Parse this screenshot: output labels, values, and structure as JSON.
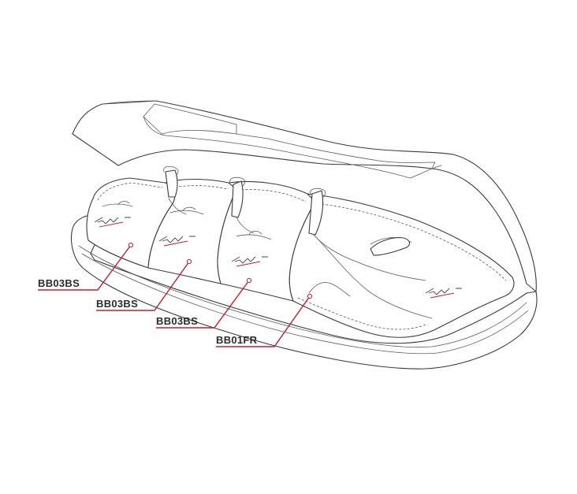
{
  "callouts": [
    {
      "label": "BB03BS"
    },
    {
      "label": "BB03BS"
    },
    {
      "label": "BB03BS"
    },
    {
      "label": "BB01FR"
    }
  ],
  "colors": {
    "leader": "#c0202a",
    "outline": "#3a3a3a"
  },
  "icons": {
    "product": "roof-box-with-bags-illustration",
    "logo": "brand-logo-mark"
  }
}
